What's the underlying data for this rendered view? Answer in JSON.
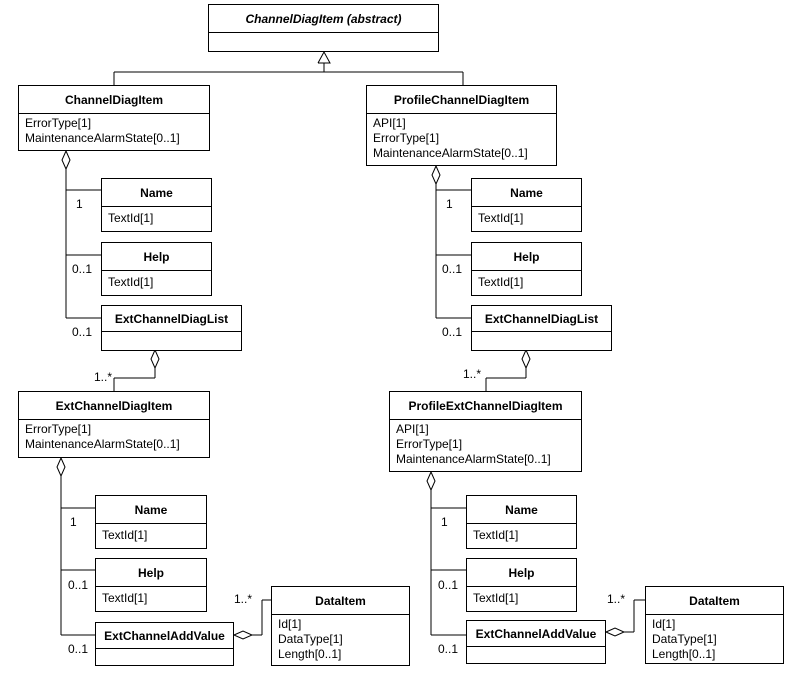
{
  "classes": {
    "abstract": {
      "name": "ChannelDiagItem (abstract)",
      "attrs": []
    },
    "cdi": {
      "name": "ChannelDiagItem",
      "attrs": [
        "ErrorType[1]",
        "MaintenanceAlarmState[0..1]"
      ]
    },
    "pcdi": {
      "name": "ProfileChannelDiagItem",
      "attrs": [
        "API[1]",
        "ErrorType[1]",
        "MaintenanceAlarmState[0..1]"
      ]
    },
    "name_l": {
      "name": "Name",
      "attrs": [
        "TextId[1]"
      ]
    },
    "help_l": {
      "name": "Help",
      "attrs": [
        "TextId[1]"
      ]
    },
    "ecdl_l": {
      "name": "ExtChannelDiagList",
      "attrs": []
    },
    "name_r": {
      "name": "Name",
      "attrs": [
        "TextId[1]"
      ]
    },
    "help_r": {
      "name": "Help",
      "attrs": [
        "TextId[1]"
      ]
    },
    "ecdl_r": {
      "name": "ExtChannelDiagList",
      "attrs": []
    },
    "ecdi": {
      "name": "ExtChannelDiagItem",
      "attrs": [
        "ErrorType[1]",
        "MaintenanceAlarmState[0..1]"
      ]
    },
    "pecdi": {
      "name": "ProfileExtChannelDiagItem",
      "attrs": [
        "API[1]",
        "ErrorType[1]",
        "MaintenanceAlarmState[0..1]"
      ]
    },
    "name_l2": {
      "name": "Name",
      "attrs": [
        "TextId[1]"
      ]
    },
    "help_l2": {
      "name": "Help",
      "attrs": [
        "TextId[1]"
      ]
    },
    "ecav_l": {
      "name": "ExtChannelAddValue",
      "attrs": []
    },
    "data_l": {
      "name": "DataItem",
      "attrs": [
        "Id[1]",
        "DataType[1]",
        "Length[0..1]"
      ]
    },
    "name_r2": {
      "name": "Name",
      "attrs": [
        "TextId[1]"
      ]
    },
    "help_r2": {
      "name": "Help",
      "attrs": [
        "TextId[1]"
      ]
    },
    "ecav_r": {
      "name": "ExtChannelAddValue",
      "attrs": []
    },
    "data_r": {
      "name": "DataItem",
      "attrs": [
        "Id[1]",
        "DataType[1]",
        "Length[0..1]"
      ]
    }
  },
  "multiplicities": {
    "one": "1",
    "zero_one": "0..1",
    "one_many": "1..*"
  }
}
